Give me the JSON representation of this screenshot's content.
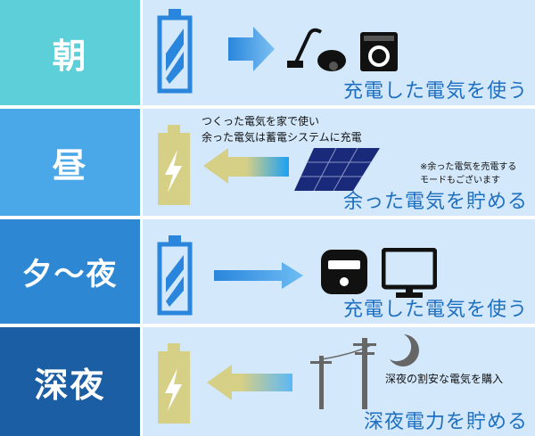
{
  "rows": [
    {
      "label": "朝",
      "caption": "充電した電気を使う",
      "color": "#5ccfd9"
    },
    {
      "label": "昼",
      "caption": "余った電気を貯める",
      "color": "#4aa8e8",
      "note_lines": [
        "つくった電気を家で使い",
        "余った電気は蓄電システムに充電"
      ],
      "small_note_lines": [
        "※余った電気を売電する",
        "モードもございます"
      ]
    },
    {
      "label": "夕～夜",
      "caption": "充電した電気を使う",
      "color": "#2e87d3"
    },
    {
      "label": "深夜",
      "caption": "深夜電力を貯める",
      "color": "#1b5ea3",
      "note": "深夜の割安な電気を購入"
    }
  ],
  "colors": {
    "panel": "#d3e8fb",
    "caption": "#1e6fc0",
    "battery_blue": "#2a86dc",
    "battery_khaki": "#d6cf86"
  }
}
